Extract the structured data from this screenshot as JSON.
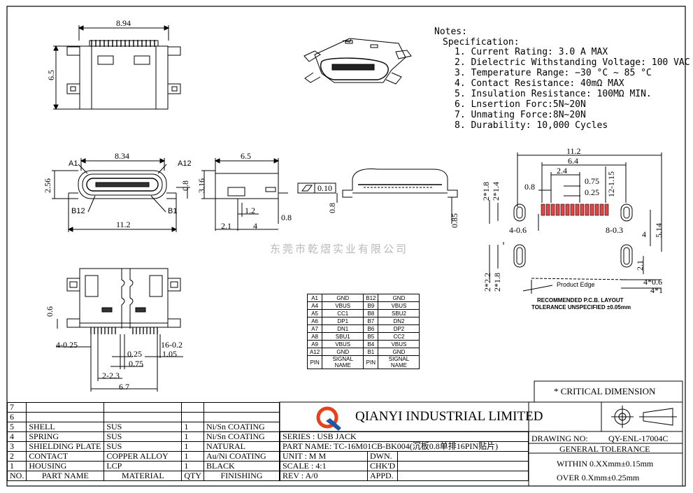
{
  "notes": {
    "heading": "Notes:",
    "subheading": "Specification:",
    "items": [
      "1. Current Rating: 3.0 A MAX",
      "2. Dielectric Withstanding Voltage: 100 VAC",
      "3. Temperature Range: −30 °C ~ 85 °C",
      "4. Contact Resistance: 40mΩ MAX",
      "5. Insulation Resistance: 100MΩ MIN.",
      "6. Lnsertion Forc:5N~20N",
      "7. Unmating Force:8N~20N",
      "8. Durability: 10,000 Cycles"
    ]
  },
  "dims": {
    "top_width": "8.94",
    "top_height": "6.5",
    "front_inner": "8.34",
    "front_height": "2.56",
    "front_08": "0.8",
    "front_total": "11.2",
    "lbl_a1": "A1",
    "lbl_a12": "A12",
    "lbl_b12": "B12",
    "lbl_b1": "B1",
    "side_len": "6.5",
    "side_h": "3.16",
    "side_12": "1.2",
    "side_21": "2.1",
    "side_4": "4",
    "side_08": "0.8",
    "flat": "0.10",
    "rear_08": "0.8",
    "rear_085": "0.85",
    "bot_06": "0.6",
    "bot_4_025": "4-0.25",
    "bot_16_02": "16-0.2",
    "bot_105": "1.05",
    "bot_025": "0.25",
    "bot_075": "0.75",
    "bot_2_23": "2-2.3",
    "bot_67": "6.7",
    "pcb_112": "11.2",
    "pcb_64": "6.4",
    "pcb_24": "2.4",
    "pcb_075": "0.75",
    "pcb_025": "0.25",
    "pcb_12115": "12-1.15",
    "pcb_08": "0.8",
    "pcb_2x18": "2*1.8",
    "pcb_2x14": "2*1.4",
    "pcb_4_06": "4-0.6",
    "pcb_8_03": "8-0.3",
    "pcb_4": "4",
    "pcb_514": "5.14",
    "pcb_2x22": "2*2.2",
    "pcb_2x18b": "2*1.8",
    "pcb_21": "2.1",
    "pcb_4x06": "4*0.6",
    "pcb_4x1": "4*1",
    "product_edge": "Product Edge",
    "pcb_title": "RECOMMENDED  P.C.B. LAYOUT",
    "pcb_tol": "TOLERANCE UNSPECIFIED ±0.05mm"
  },
  "watermark": "东莞市乾熠实业有限公司",
  "pin_table": {
    "rows": [
      [
        "A1",
        "GND",
        "B12",
        "GND"
      ],
      [
        "A4",
        "VBUS",
        "B9",
        "VBUS"
      ],
      [
        "A5",
        "CC1",
        "B8",
        "SBU2"
      ],
      [
        "A6",
        "DP1",
        "B7",
        "DN2"
      ],
      [
        "A7",
        "DN1",
        "B6",
        "DP2"
      ],
      [
        "A8",
        "SBU1",
        "B5",
        "CC2"
      ],
      [
        "A9",
        "VBUS",
        "B4",
        "VBUS"
      ],
      [
        "A12",
        "GND",
        "B1",
        "GND"
      ]
    ],
    "footer": [
      "PIN",
      "SIGNAL NAME",
      "PIN",
      "SIGNAL NAME"
    ]
  },
  "critical": "* CRITICAL  DIMENSION",
  "bom": {
    "rows": [
      [
        "7",
        "",
        "",
        "",
        ""
      ],
      [
        "6",
        "",
        "",
        "",
        ""
      ],
      [
        "5",
        "SHELL",
        "SUS",
        "1",
        "Ni/Sn COATING"
      ],
      [
        "4",
        "SPRING",
        "SUS",
        "1",
        "Ni/Sn COATING"
      ],
      [
        "3",
        "SHIELDING PLATE",
        "SUS",
        "1",
        "NATURAL"
      ],
      [
        "2",
        "CONTACT",
        "COPPER ALLOY",
        "1",
        "Au/Ni COATING"
      ],
      [
        "1",
        "HOUSING",
        "LCP",
        "1",
        "BLACK"
      ]
    ],
    "header": [
      "NO.",
      "PART NAME",
      "MATERIAL",
      "QTY",
      "FINISHING"
    ]
  },
  "title_block": {
    "company": "QIANYI  INDUSTRIAL  LIMITED",
    "series": "SERIES : USB JACK",
    "part_name": "PART NAME: TC-16M01CB-BK004(沉板0.8单排16PIN贴片)",
    "unit": "UNIT  : M M",
    "scale": "SCALE : 4:1",
    "rev": "REV   : A/0",
    "dwn": "DWN.",
    "chkd": "CHK'D",
    "appd": "APPD.",
    "drawing_no_label": "DRAWING NO:",
    "drawing_no": "QY-ENL-17004C",
    "general_tol": "GENERAL TOLERANCE",
    "tol1": "WITHIN 0.XXmm±0.15mm",
    "tol2": "OVER  0.Xmm±0.25mm"
  },
  "colors": {
    "logo_red": "#e8401c",
    "logo_blue": "#1d57a8",
    "pad_red": "#e64545",
    "watermark": "#b9b9b9"
  }
}
